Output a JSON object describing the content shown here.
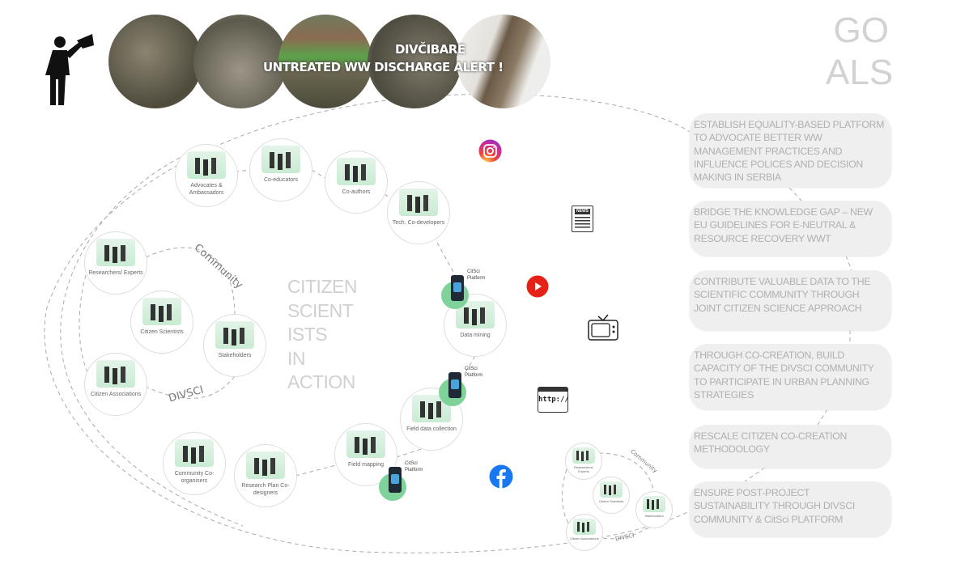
{
  "banner": {
    "line1": "DIVČIBARE",
    "line2": "UNTREATED WW DISCHARGE ALERT !"
  },
  "center_title": [
    "CITIZEN",
    "SCIENT",
    "ISTS",
    "IN",
    "ACTION"
  ],
  "curve_labels": {
    "community": "Community",
    "divsci": "DIVSCI"
  },
  "nodes": [
    {
      "label": "Advocates & Ambassadors"
    },
    {
      "label": "Co-educators"
    },
    {
      "label": "Co-authors"
    },
    {
      "label": "Tech. Co-developers"
    },
    {
      "label": "Researchers/ Experts"
    },
    {
      "label": "Citizen Scientists"
    },
    {
      "label": "Stakeholders"
    },
    {
      "label": "Citizen Associations"
    },
    {
      "label": "Community Co-organisers"
    },
    {
      "label": "Research Plan Co-designers"
    },
    {
      "label": "Field mapping"
    },
    {
      "label": "Field data collection"
    },
    {
      "label": "Data mining"
    }
  ],
  "platform_label": "CitSci Platform",
  "mini_cluster": {
    "nodes": [
      "Researchers/ Experts",
      "Citizen Scientists",
      "Stakeholders",
      "Citizen Associations"
    ],
    "community": "Community",
    "divsci": "DIVSCI"
  },
  "social_icons": [
    "instagram-icon",
    "newspaper-icon",
    "youtube-icon",
    "tv-icon",
    "http-browser-icon",
    "facebook-icon"
  ],
  "news_label": "NEWS",
  "http_label": "http://",
  "goals_title": [
    "GO",
    "ALS"
  ],
  "goals": [
    "ESTABLISH EQUALITY-BASED PLATFORM TO ADVOCATE BETTER WW MANAGEMENT PRACTICES AND INFLUENCE POLICES AND DECISION MAKING IN SERBIA",
    "BRIDGE THE KNOWLEDGE GAP – NEW EU GUIDELINES FOR E-NEUTRAL & RESOURCE RECOVERY WWT",
    "CONTRIBUTE VALUABLE DATA TO THE SCIENTIFIC COMMUNITY THROUGH JOINT CITIZEN SCIENCE APPROACH",
    "THROUGH CO-CREATION, BUILD CAPACITY OF THE DIVSCI COMMUNITY TO PARTICIPATE IN URBAN PLANNING STRATEGIES",
    "RESCALE CITIZEN CO-CREATION METHODOLOGY",
    "ENSURE POST-PROJECT SUSTAINABILITY THROUGH DIVSCI COMMUNITY & CitSci PLATFORM"
  ],
  "colors": {
    "accent_green": "#7fd39a",
    "goal_bg": "#efefef",
    "goal_text": "#b0b0b0",
    "title_gray": "#d0d0d0"
  }
}
